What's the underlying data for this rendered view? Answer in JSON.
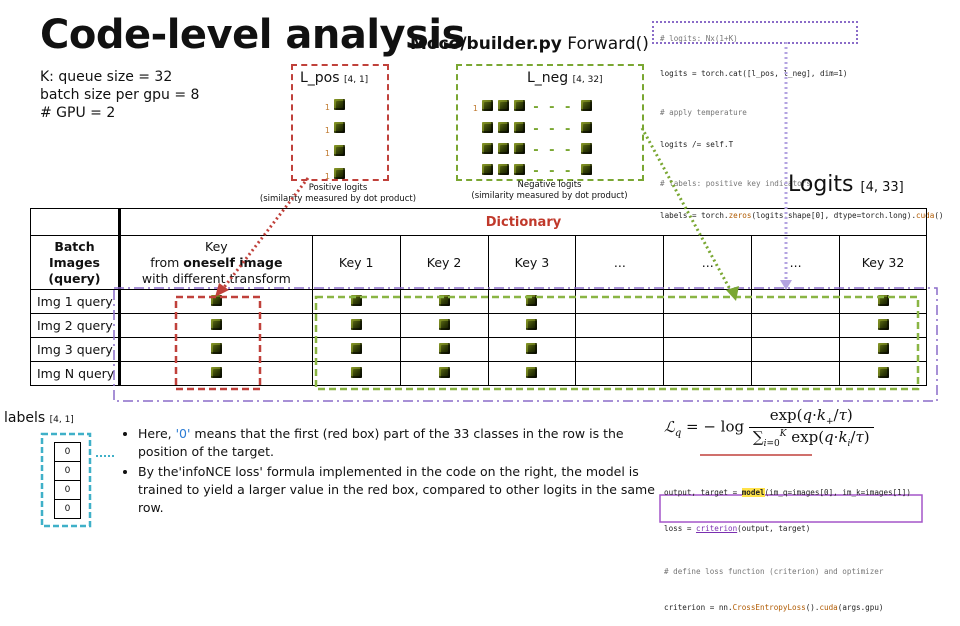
{
  "title": "Code-level analysis",
  "subtitle": {
    "file": "Moco/builder.py",
    "func": "Forward()"
  },
  "params": [
    "K: queue size = 32",
    "batch size per gpu = 8",
    "# GPU = 2"
  ],
  "code_top": {
    "line1": "# logits: Nx(1+K)",
    "line2": "logits = torch.cat([l_pos, l_neg], dim=1)",
    "line3": "# apply temperature",
    "line4": "logits /= self.T",
    "line5": "# labels: positive key indicators",
    "line6a": "labels = torch.",
    "line6b": "zeros",
    "line6c": "(logits.shape[0], dtype=torch.long).",
    "line6d": "cuda",
    "line6e": "()"
  },
  "lpos": {
    "label": "L_pos",
    "dims": "[4, 1]",
    "ones": [
      "1",
      "1",
      "1",
      "1"
    ],
    "caption1": "Positive logits",
    "caption2": "(similarity measured by dot product)"
  },
  "lneg": {
    "label": "L_neg",
    "dims": "[4, 32]",
    "one": "1",
    "dashes": "- - -",
    "caption1": "Negative logits",
    "caption2": "(similarity measured by dot product)"
  },
  "logits": {
    "label": "Logits",
    "dims": "[4, 33]"
  },
  "table": {
    "dictionary": "Dictionary",
    "batch_header": [
      "Batch",
      "Images",
      "(query)"
    ],
    "key_header": [
      "Key",
      "from ",
      "oneself image",
      "with different transform"
    ],
    "columns": [
      "Key 1",
      "Key 2",
      "Key 3",
      "...",
      "...",
      "...",
      "Key 32"
    ],
    "rows": [
      "Img 1 query",
      "Img 2 query",
      "Img 3 query",
      "Img N query"
    ]
  },
  "labels": {
    "label": "labels",
    "dims": "[4, 1]",
    "values": [
      "0",
      "0",
      "0",
      "0"
    ]
  },
  "bullets": {
    "b1a": "Here, ",
    "b1q": "'0'",
    "b1b": " means that the first (red box) part of the 33 classes in the row is the position of the target.",
    "b2": "By the'infoNCE loss' formula implemented in the code on the right, the model is trained to yield a larger value in the red box, compared to other logits in the same row."
  },
  "code_bottom": {
    "l1a": "output, target = ",
    "l1b": "model",
    "l1c": "(im_q=images[0], im_k=images[1])",
    "l2a": "loss = ",
    "l2b": "criterion",
    "l2c": "(output, target)",
    "l3": "# define loss function (criterion) and optimizer",
    "l4a": "criterion = nn.",
    "l4b": "CrossEntropyLoss",
    "l4c": "().",
    "l4d": "cuda",
    "l4e": "(args.gpu)"
  },
  "colors": {
    "red": "#c0413b",
    "green": "#7aa732",
    "purple": "#8a6cc8",
    "blue": "#3fb0c8"
  }
}
